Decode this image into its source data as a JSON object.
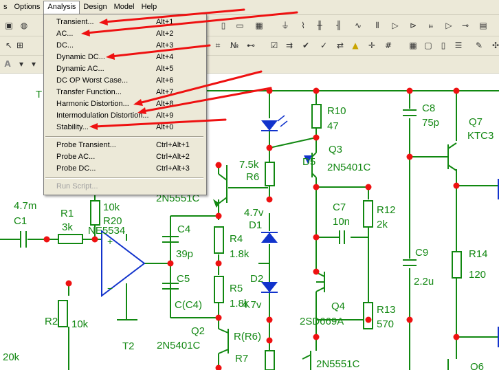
{
  "menubar": {
    "items": [
      "s",
      "Options",
      "Analysis",
      "Design",
      "Model",
      "Help"
    ]
  },
  "analysis_menu": {
    "items": [
      {
        "label": "Transient...",
        "shortcut": "Alt+1"
      },
      {
        "label": "AC...",
        "shortcut": "Alt+2"
      },
      {
        "label": "DC...",
        "shortcut": "Alt+3"
      },
      {
        "label": "Dynamic DC...",
        "shortcut": "Alt+4"
      },
      {
        "label": "Dynamic AC...",
        "shortcut": "Alt+5"
      },
      {
        "label": "DC OP Worst Case...",
        "shortcut": "Alt+6"
      },
      {
        "label": "Transfer Function...",
        "shortcut": "Alt+7"
      },
      {
        "label": "Harmonic Distortion...",
        "shortcut": "Alt+8"
      },
      {
        "label": "Intermodulation Distortion...",
        "shortcut": "Alt+9"
      },
      {
        "label": "Stability...",
        "shortcut": "Alt+0"
      },
      {
        "label": "Probe Transient...",
        "shortcut": "Ctrl+Alt+1"
      },
      {
        "label": "Probe AC...",
        "shortcut": "Ctrl+Alt+2"
      },
      {
        "label": "Probe DC...",
        "shortcut": "Ctrl+Alt+3"
      },
      {
        "label": "Run Script...",
        "shortcut": ""
      }
    ]
  },
  "toolbar_left": {
    "font_icon": "A"
  },
  "schematic": {
    "labels": {
      "c1_val": "4.7m",
      "c1": "C1",
      "r1": "R1",
      "r1_val": "3k",
      "r20_val": "10k",
      "r20": "R20",
      "opamp": "NE5534",
      "r2": "R2",
      "r2_val": "10k",
      "t2": "T2",
      "left_val": "20k",
      "q_2n5551_top": "2N5551C",
      "c4": "C4",
      "c4_val": "39p",
      "c5": "C5",
      "c5_val": "C(C4)",
      "r4": "R4",
      "r4_val": "1.8k",
      "r5": "R5",
      "r5_val": "1.8k",
      "q2": "Q2",
      "q2_type": "2N5401C",
      "r_r6": "R(R6)",
      "r7": "R7",
      "r6_val": "7.5k",
      "r6": "R6",
      "d1_val": "4.7v",
      "d1": "D1",
      "d2": "D2",
      "d2_val": "4.7v",
      "r10": "R10",
      "r10_val": "47",
      "q3": "Q3",
      "q3_type": "2N5401C",
      "d5": "D5",
      "c7": "C7",
      "c7_val": "10n",
      "r12": "R12",
      "r12_val": "2k",
      "q4": "Q4",
      "q4_type": "2SD669A",
      "r13": "R13",
      "r13_val": "570",
      "q_2n5551_bot": "2N5551C",
      "c8": "C8",
      "c8_val": "75p",
      "c9": "C9",
      "c9_val": "2.2u",
      "q7": "Q7",
      "q7_type": "KTC3",
      "r14": "R14",
      "r14_val": "120",
      "q6": "Q6",
      "t_left": "T"
    }
  },
  "colors": {
    "wire": "#118811",
    "label": "#138813",
    "junction": "#ee1111",
    "arrow": "#ee1111",
    "led": "#1133cc",
    "menu_bg": "#ece9d8"
  }
}
